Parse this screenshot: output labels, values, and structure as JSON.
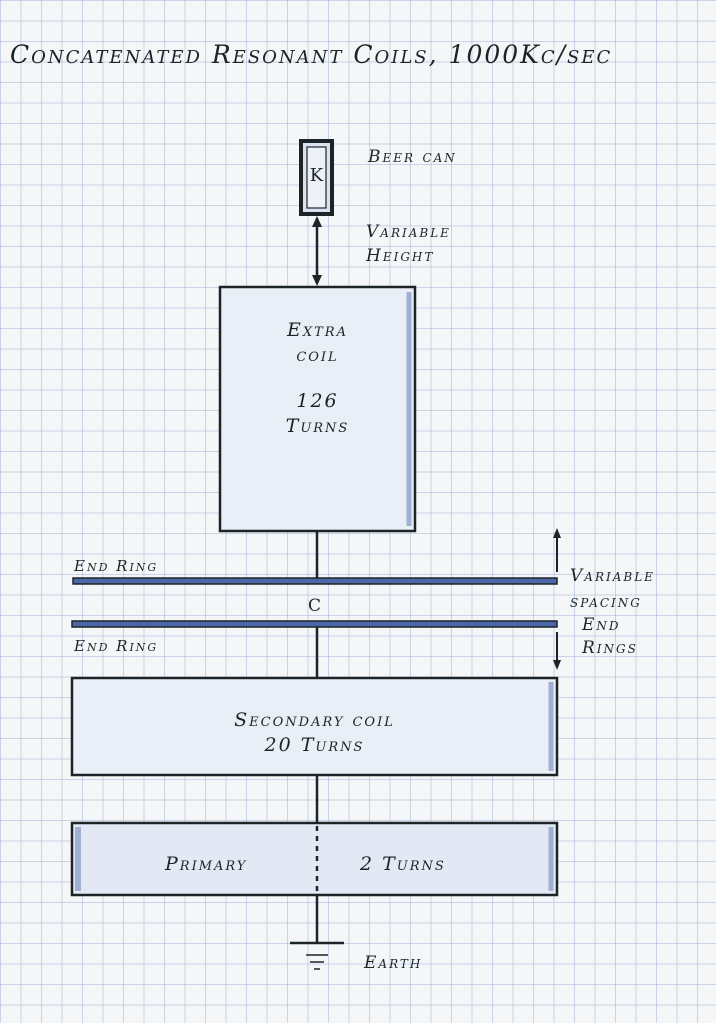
{
  "title": "Concatenated Resonant Coils, 1000Kc/sec",
  "beer_can": {
    "letter": "K",
    "label": "Beer can"
  },
  "variable_height": {
    "line1": "Variable",
    "line2": "Height"
  },
  "extra_coil": {
    "line1": "Extra",
    "line2": "coil",
    "line3": "126",
    "line4": "Turns"
  },
  "end_ring_top": "End Ring",
  "end_ring_bottom": "End Ring",
  "capacitor_label": "C",
  "variable_spacing": {
    "line1": "Variable",
    "line2": "spacing",
    "line3": "End",
    "line4": "Rings"
  },
  "secondary_coil": {
    "line1": "Secondary coil",
    "line2": "20 Turns"
  },
  "primary_coil": {
    "left": "Primary",
    "right": "2 Turns"
  },
  "earth_label": "Earth",
  "colors": {
    "ink": "#1c2428",
    "coil_fill": "#e6ecf6",
    "ring": "#3a4f8c",
    "grid": "#a9bbd8"
  }
}
